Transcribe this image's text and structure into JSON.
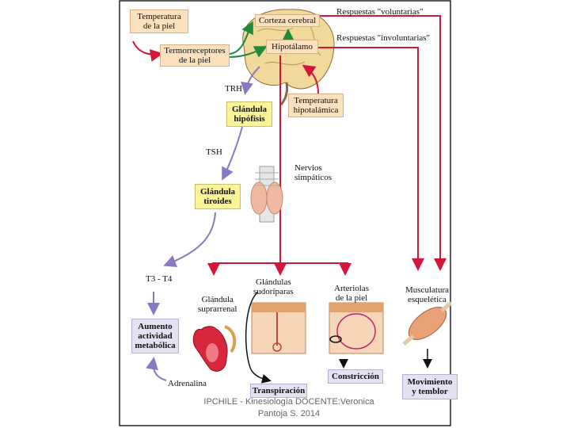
{
  "diagram": {
    "temp_piel": "Temperatura\nde la piel",
    "termorreceptores": "Termorreceptores\nde la piel",
    "corteza": "Corteza cerebral",
    "hipotalamo": "Hipotálamo",
    "resp_voluntarias": "Respuestas \"voluntarias\"",
    "resp_involuntarias": "Respuestas \"involuntarias\"",
    "temp_hipotalamica": "Temperatura\nhipotalámica",
    "trh": "TRH",
    "hipofisis": "Glándula\nhipófisis",
    "tsh": "TSH",
    "tiroides": "Glándula\ntiroides",
    "nervios": "Nervios\nsimpáticos",
    "t3t4": "T3 - T4",
    "aumento": "Aumento\nactividad\nmetabólica",
    "suprarrenal": "Glándula\nsuprarrenal",
    "adrenalina": "Adrenalina",
    "sudoriparas": "Glándulas\nsudoríparas",
    "transpiracion": "Transpiración",
    "arteriolas": "Arteriolas\nde la piel",
    "constriccion": "Constricción",
    "musculatura": "Musculatura\nesquelética",
    "movimiento": "Movimiento\ny temblor"
  },
  "footer": "IPCHILE - Kinesiología    DOCENTE:Veronica\nPantoja S. 2014",
  "colors": {
    "red": "#d4163a",
    "green": "#1e8a3a",
    "purple": "#8a79c2",
    "frame": "#222222"
  }
}
